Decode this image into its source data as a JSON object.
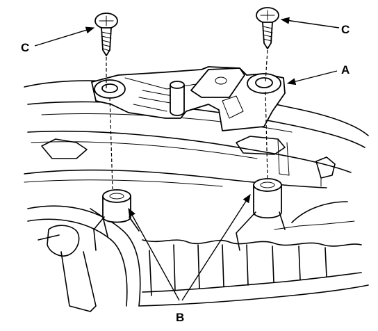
{
  "callouts": {
    "a": "A",
    "b": "B",
    "c_left": "C",
    "c_right": "C"
  }
}
